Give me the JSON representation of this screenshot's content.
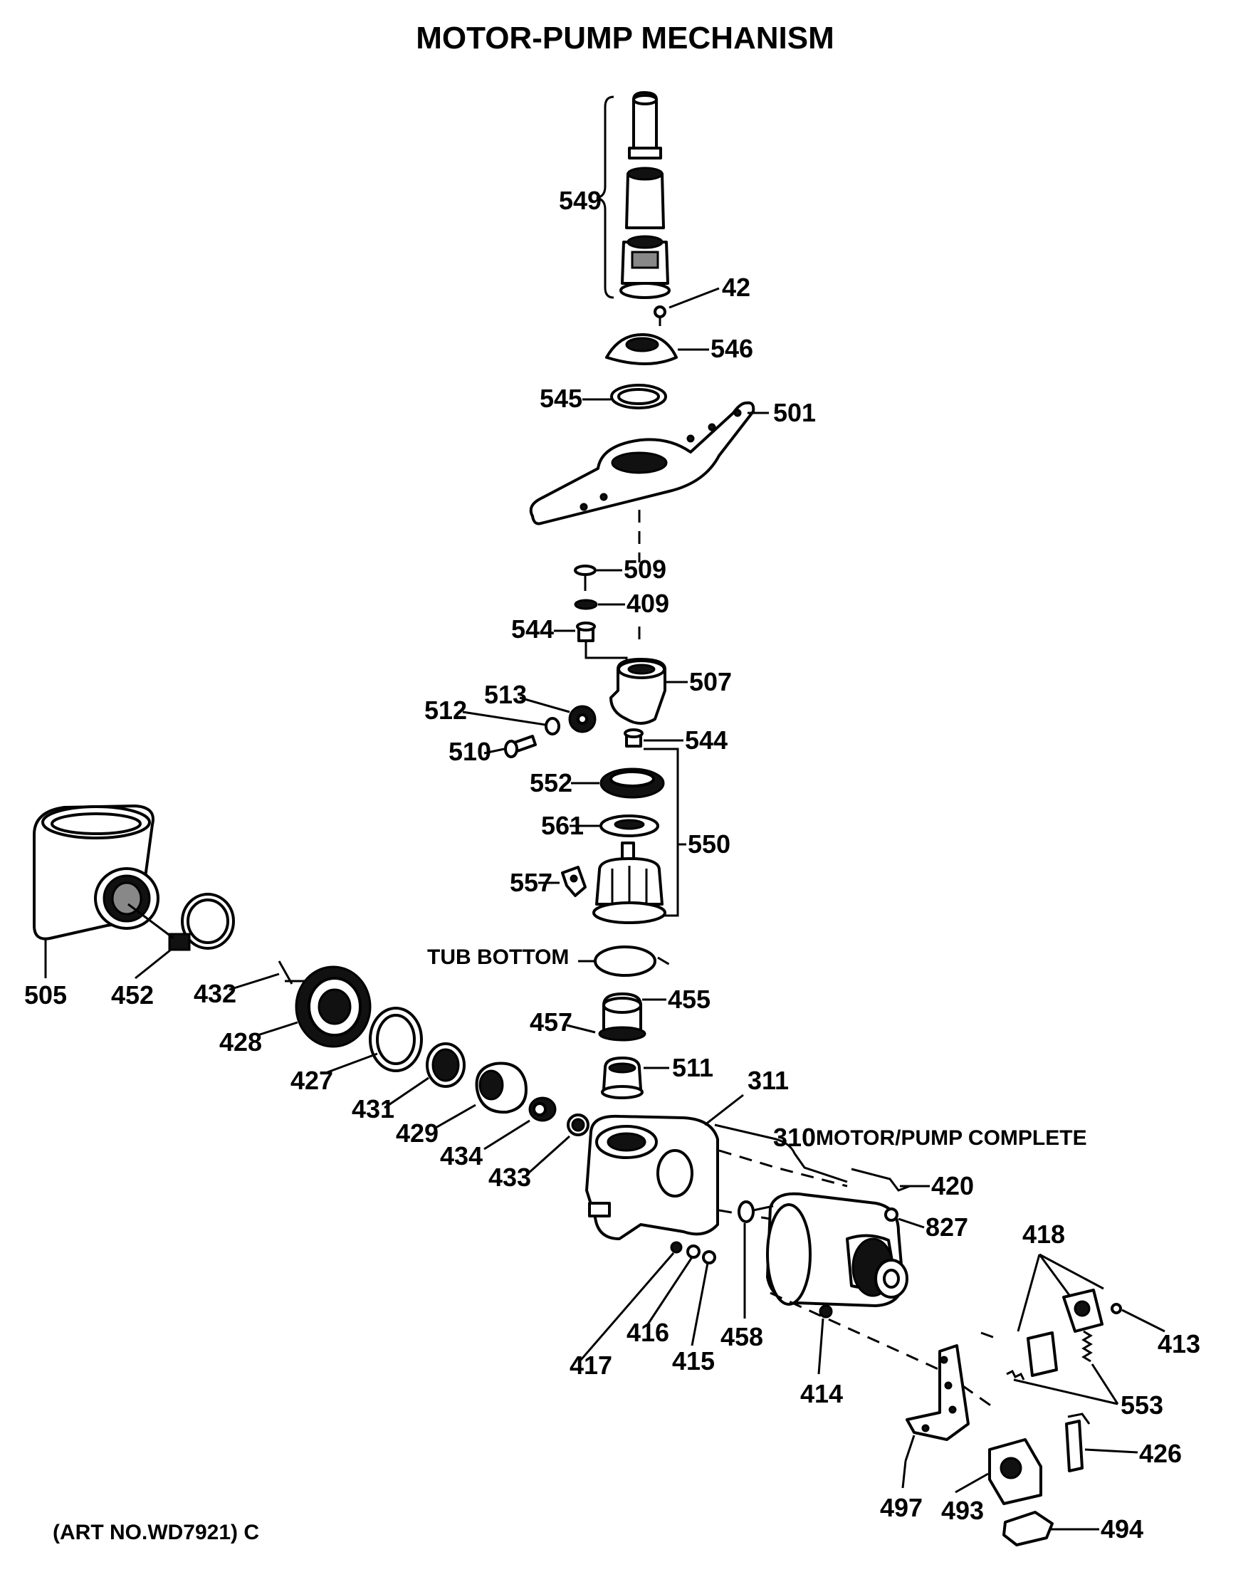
{
  "title": "MOTOR-PUMP MECHANISM",
  "art_number": "(ART NO.WD7921) C",
  "captions": {
    "tub_bottom": "TUB BOTTOM",
    "motor_pump_complete": "MOTOR/PUMP COMPLETE"
  },
  "parts": {
    "p549": "549",
    "p42": "42",
    "p546": "546",
    "p545": "545",
    "p501": "501",
    "p509": "509",
    "p409": "409",
    "p544a": "544",
    "p507": "507",
    "p513": "513",
    "p512": "512",
    "p510": "510",
    "p544b": "544",
    "p552": "552",
    "p561": "561",
    "p550": "550",
    "p557": "557",
    "p505": "505",
    "p452": "452",
    "p432": "432",
    "p428": "428",
    "p427": "427",
    "p431": "431",
    "p429": "429",
    "p434": "434",
    "p433": "433",
    "p455": "455",
    "p457": "457",
    "p511": "511",
    "p311": "311",
    "p310": "310",
    "p420": "420",
    "p827": "827",
    "p418": "418",
    "p413": "413",
    "p553": "553",
    "p426": "426",
    "p417": "417",
    "p416": "416",
    "p415": "415",
    "p458": "458",
    "p414": "414",
    "p497": "497",
    "p493": "493",
    "p494": "494"
  }
}
